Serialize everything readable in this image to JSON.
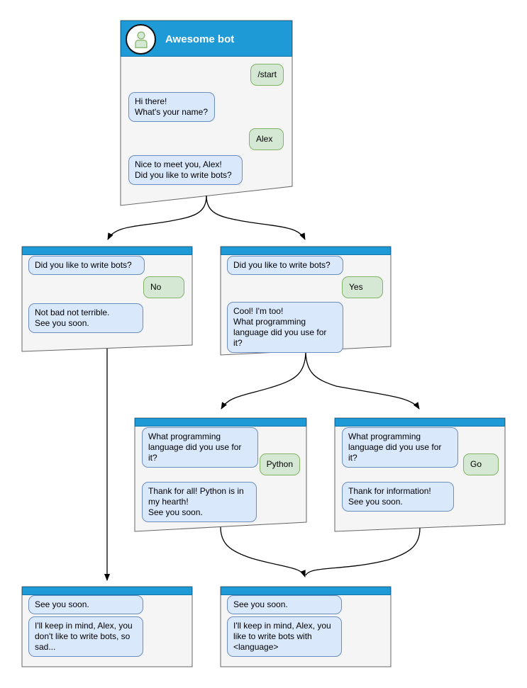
{
  "colors": {
    "header_blue": "#1e9bd7",
    "header_blue_border": "#0e74ab",
    "window_fill": "#f5f5f5",
    "window_border": "#666666",
    "bot_bubble_fill": "#dae8fc",
    "bot_bubble_border": "#6c8ebf",
    "user_bubble_fill": "#d5e8d4",
    "user_bubble_border": "#82b366",
    "arrow_color": "#000000"
  },
  "windows": [
    {
      "id": "main",
      "title": "Awesome bot",
      "messages": [
        {
          "from": "user",
          "text": "/start"
        },
        {
          "from": "bot",
          "text": "Hi there!\nWhat's your name?"
        },
        {
          "from": "user",
          "text": "Alex"
        },
        {
          "from": "bot",
          "text": "Nice to meet you, Alex!\nDid you like to write bots?"
        }
      ]
    },
    {
      "id": "branch-no",
      "messages": [
        {
          "from": "bot",
          "text": "Did you like to write bots?"
        },
        {
          "from": "user",
          "text": "No"
        },
        {
          "from": "bot",
          "text": "Not bad not terrible.\nSee you soon."
        }
      ]
    },
    {
      "id": "branch-yes",
      "messages": [
        {
          "from": "bot",
          "text": "Did you like to write bots?"
        },
        {
          "from": "user",
          "text": "Yes"
        },
        {
          "from": "bot",
          "text": "Cool! I'm too!\nWhat programming\nlanguage did you use for it?"
        }
      ]
    },
    {
      "id": "branch-python",
      "messages": [
        {
          "from": "bot",
          "text": "What programming\nlanguage did you use for it?"
        },
        {
          "from": "user",
          "text": "Python"
        },
        {
          "from": "bot",
          "text": "Thank for all! Python is in\nmy hearth!\nSee you soon."
        }
      ]
    },
    {
      "id": "branch-go",
      "messages": [
        {
          "from": "bot",
          "text": "What programming\nlanguage did you use for it?"
        },
        {
          "from": "user",
          "text": "Go"
        },
        {
          "from": "bot",
          "text": "Thank for information!\nSee you soon."
        }
      ]
    },
    {
      "id": "ending-sad",
      "messages": [
        {
          "from": "bot",
          "text": "See you soon."
        },
        {
          "from": "bot",
          "text": "I'll keep in mind, Alex, you\ndon't like to write bots, so\nsad..."
        }
      ]
    },
    {
      "id": "ending-happy",
      "messages": [
        {
          "from": "bot",
          "text": "See you soon."
        },
        {
          "from": "bot",
          "text": "I'll keep in mind, Alex, you\nlike to write bots with\n<language>"
        }
      ]
    }
  ],
  "connections": [
    {
      "from": "main",
      "to": "branch-no"
    },
    {
      "from": "main",
      "to": "branch-yes"
    },
    {
      "from": "branch-yes",
      "to": "branch-python"
    },
    {
      "from": "branch-yes",
      "to": "branch-go"
    },
    {
      "from": "branch-no",
      "to": "ending-sad"
    },
    {
      "from": "branch-python",
      "to": "ending-happy"
    },
    {
      "from": "branch-go",
      "to": "ending-happy"
    }
  ]
}
